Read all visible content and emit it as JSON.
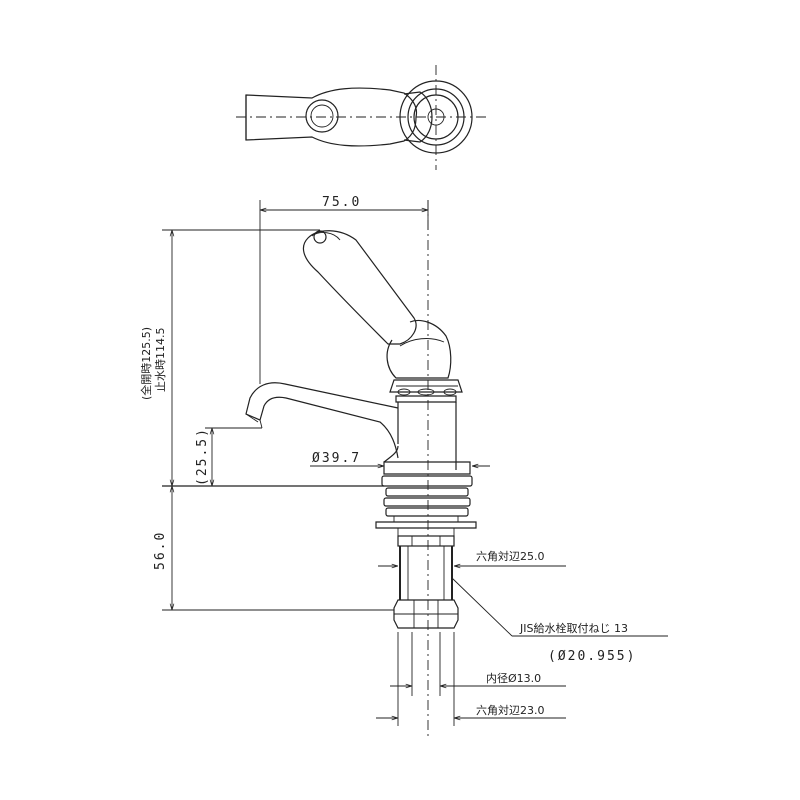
{
  "dimensions": {
    "spout_reach": "75.0",
    "total_height_label": "(全開時125.5)",
    "closed_height_label": "止水時114.5",
    "spout_height": "(25.5)",
    "flange_diameter": "Ø39.7",
    "shank_length": "56.0",
    "hex_upper": "六角対辺25.0",
    "thread_spec": "JIS給水栓取付ねじ 13",
    "thread_diameter": "(Ø20.955)",
    "inner_diameter": "内径Ø13.0",
    "hex_lower": "六角対辺23.0"
  }
}
